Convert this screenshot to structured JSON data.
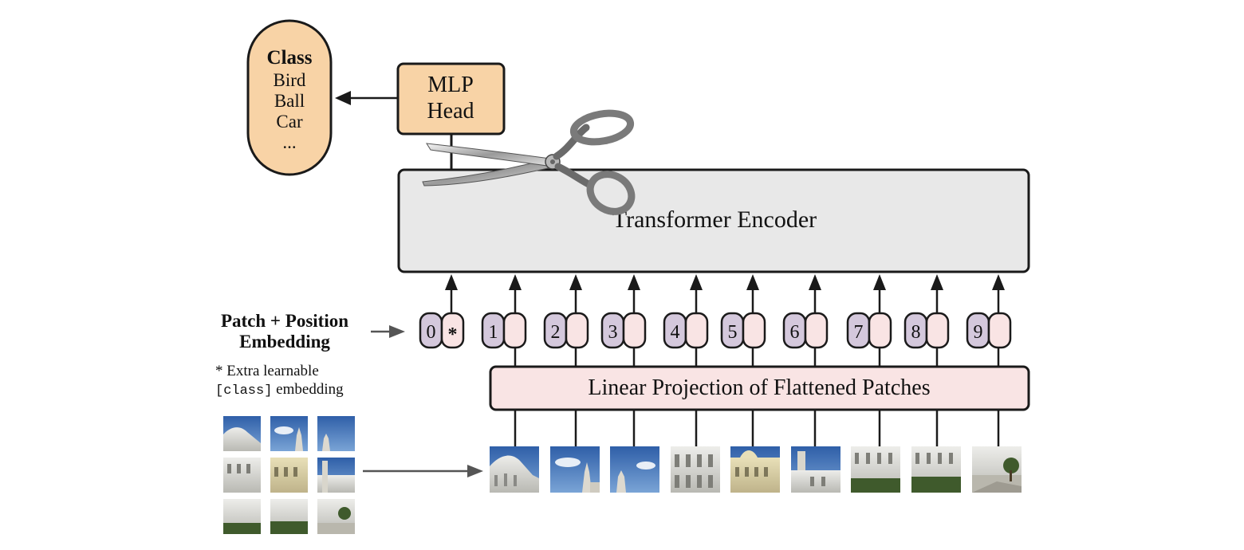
{
  "class_box": {
    "title": "Class",
    "items": [
      "Bird",
      "Ball",
      "Car",
      "..."
    ]
  },
  "mlp_head": {
    "line1": "MLP",
    "line2": "Head"
  },
  "transformer_encoder": {
    "label": "Transformer Encoder"
  },
  "linear_projection": {
    "label": "Linear Projection of Flattened Patches"
  },
  "embedding_label": {
    "line1": "Patch + Position",
    "line2": "Embedding"
  },
  "note": {
    "prefix": "* Extra learnable",
    "code": "[class]",
    "suffix": " embedding"
  },
  "position_tokens": [
    "0",
    "1",
    "2",
    "3",
    "4",
    "5",
    "6",
    "7",
    "8",
    "9"
  ],
  "class_token_symbol": "*",
  "icons": {
    "scissors": "scissors-icon"
  },
  "colors": {
    "orange_fill": "#f8d3a6",
    "purple_fill": "#d4c8dc",
    "pink_fill": "#f9e4e4",
    "encoder_fill": "#e8e8e8",
    "stroke": "#1a1a1a",
    "arrow_gray": "#555555"
  }
}
